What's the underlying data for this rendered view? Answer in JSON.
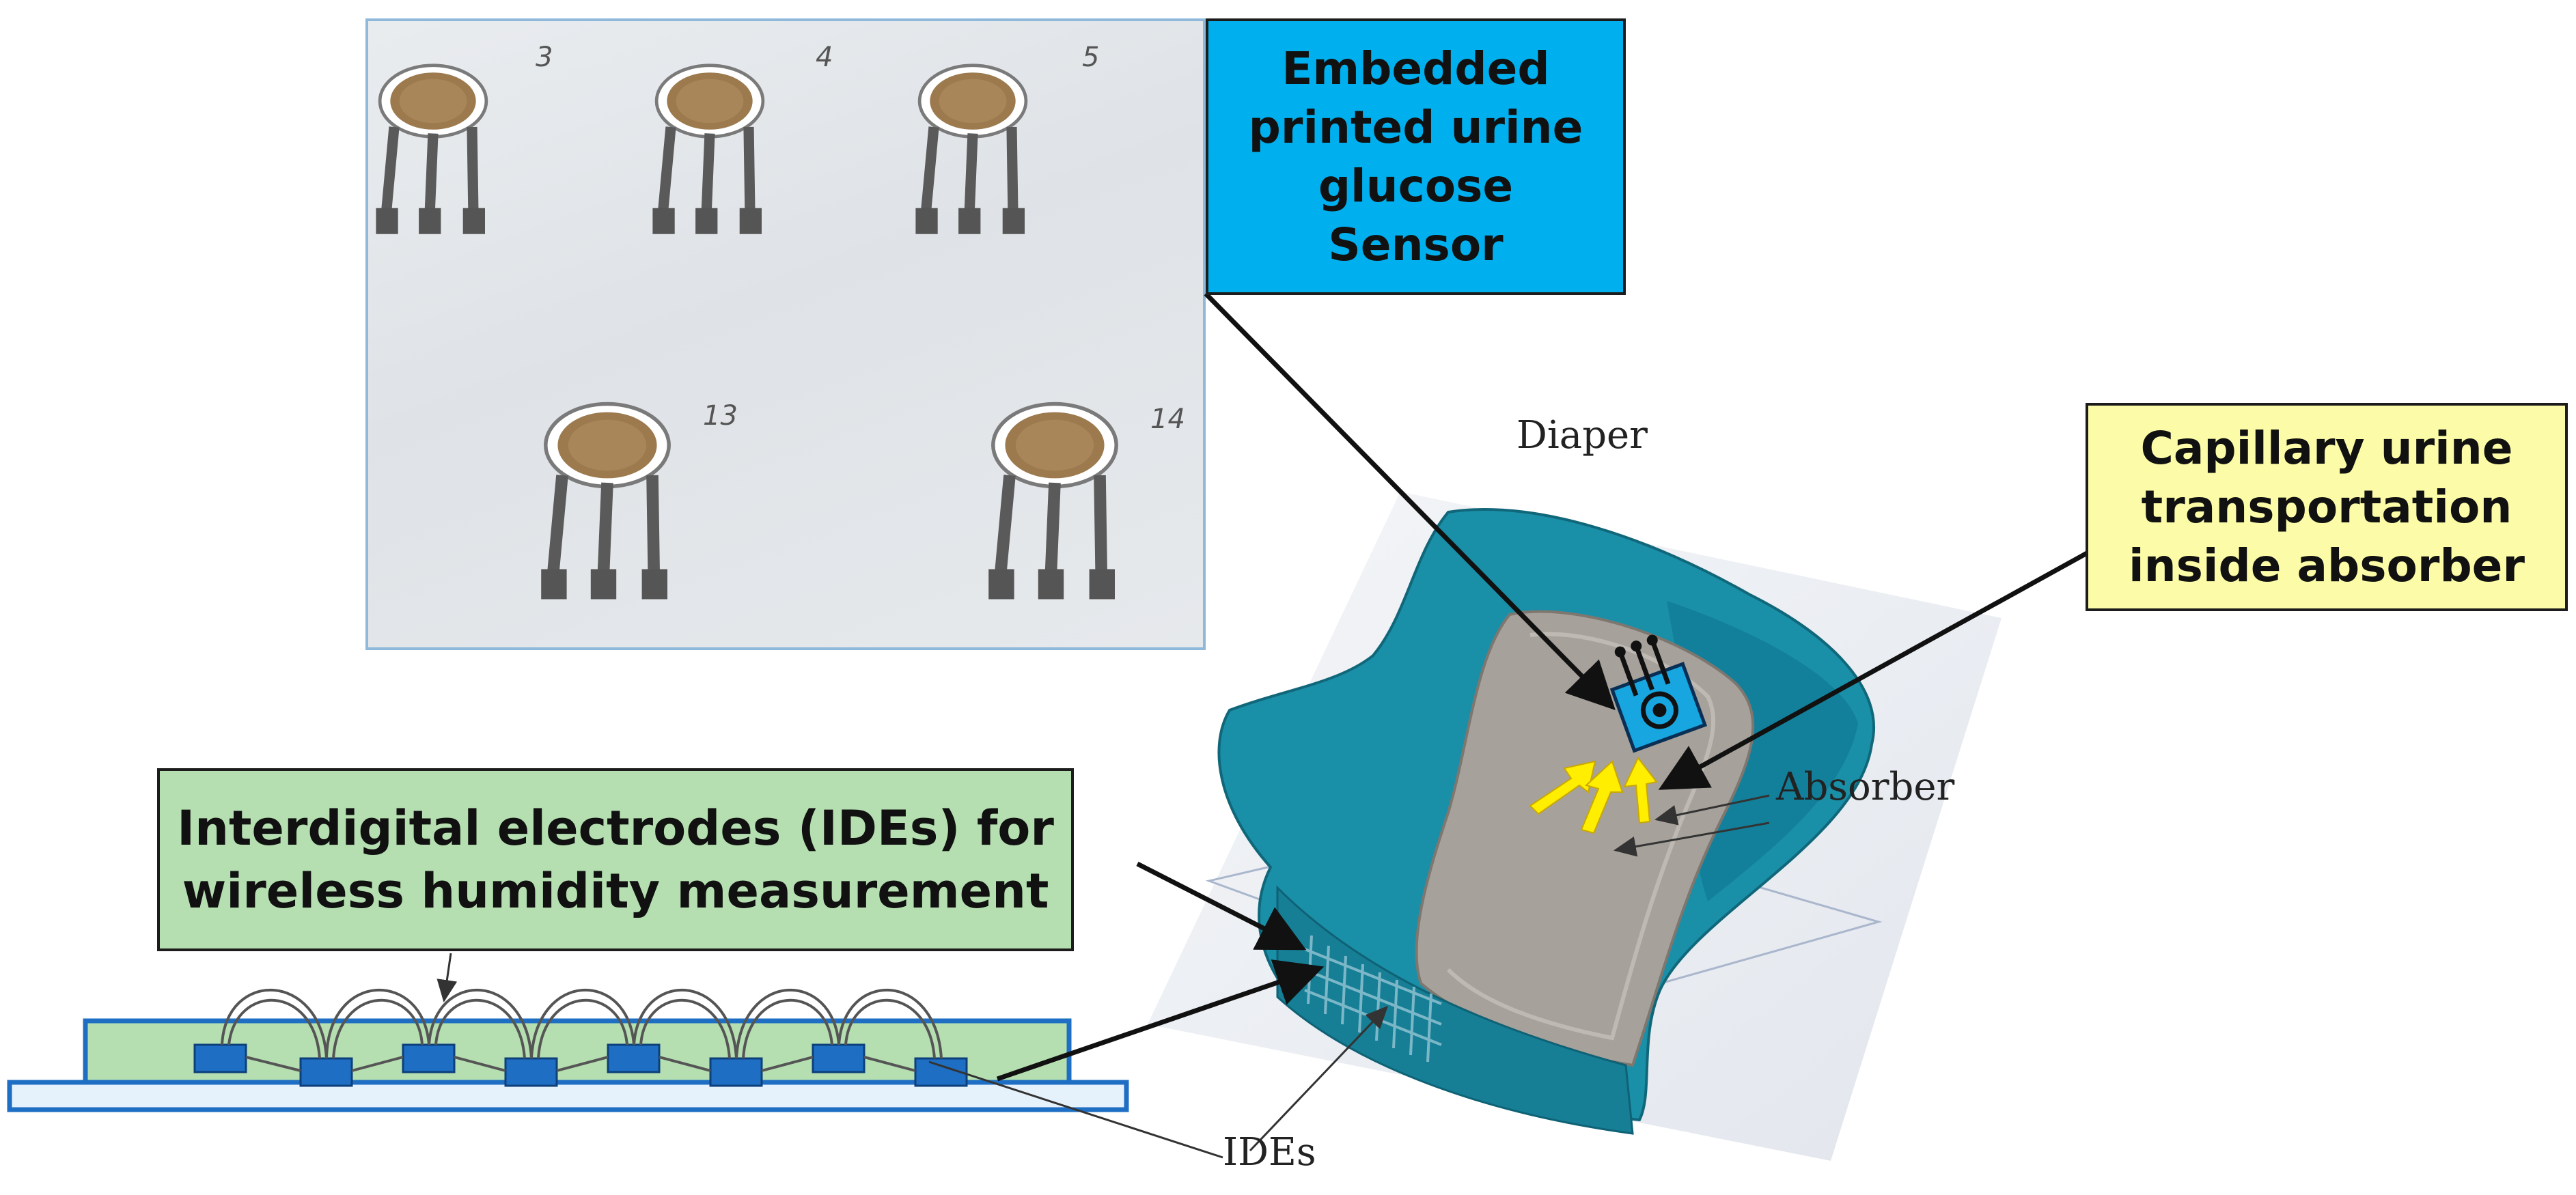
{
  "callouts": {
    "sensor": "Embedded\nprinted urine\nglucose\nSensor",
    "capillary": "Capillary urine\ntransportation\ninside absorber",
    "ides": "Interdigital electrodes (IDEs) for\nwireless humidity measurement"
  },
  "labels": {
    "diaper": "Diaper",
    "absorber": "Absorber",
    "ides": "IDEs"
  },
  "photo": {
    "sensor_numbers": [
      "3",
      "4",
      "5",
      "13",
      "14"
    ]
  },
  "colors": {
    "sensor_box": "#00b0ee",
    "capillary_box": "#fcfca8",
    "ides_box": "#b5dfb1",
    "diaper_teal": "#1a8fa8",
    "electrode_blue": "#1e6fc4",
    "arrow_yellow": "#ffee00"
  }
}
